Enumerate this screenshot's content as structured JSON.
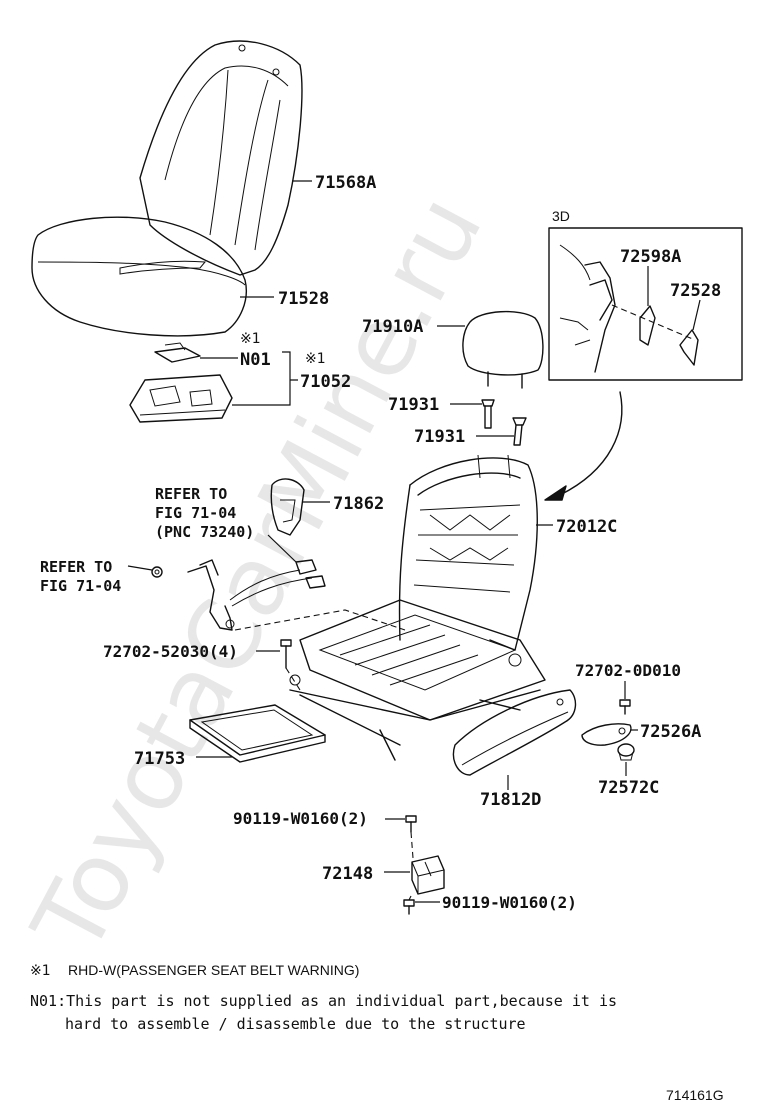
{
  "watermark": "ToyotaCarMine.ru",
  "parts": {
    "p71568A": "71568A",
    "p71528": "71528",
    "n01": "N01",
    "mark1": "※1",
    "mark2": "※1",
    "p71052": "71052",
    "p71910A": "71910A",
    "p71931a": "71931",
    "p71931b": "71931",
    "p71862": "71862",
    "p72012C": "72012C",
    "p72702_52030": "72702-52030(4)",
    "p72702_0D010": "72702-0D010",
    "p72526A": "72526A",
    "p72572C": "72572C",
    "p71753": "71753",
    "p71812D": "71812D",
    "p90119a": "90119-W0160(2)",
    "p72148": "72148",
    "p90119b": "90119-W0160(2)"
  },
  "inset": {
    "title": "3D",
    "p72598A": "72598A",
    "p72528": "72528"
  },
  "refs": {
    "refA1": "REFER TO",
    "refA2": "FIG 71-04",
    "refA3": "(PNC 73240)",
    "refB1": "REFER TO",
    "refB2": "FIG 71-04"
  },
  "footnotes": {
    "mark": "※1",
    "note1": "RHD-W(PASSENGER SEAT BELT WARNING)",
    "n01_line1": "N01:This part is not supplied as an individual part,because it is",
    "n01_line2": "hard to assemble / disassemble due to the structure"
  },
  "figure_id": "714161G"
}
